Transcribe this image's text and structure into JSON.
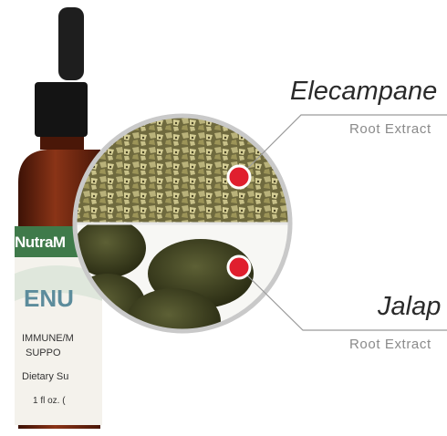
{
  "product": {
    "brand": "NutraM",
    "name_partial": "ENU",
    "line1": "IMMUNE/M",
    "line2": "SUPPO",
    "line3": "Dietary Su",
    "volume": "1 fl oz. ("
  },
  "ingredients": [
    {
      "name": "Elecampane",
      "subtitle": "Root Extract"
    },
    {
      "name": "Jalap",
      "subtitle": "Root Extract"
    }
  ],
  "colors": {
    "bottle_amber": "#6b2410",
    "label_green": "#3f7a4a",
    "marker_red": "#e01f2e",
    "ring_gray": "#c9c9c9"
  }
}
